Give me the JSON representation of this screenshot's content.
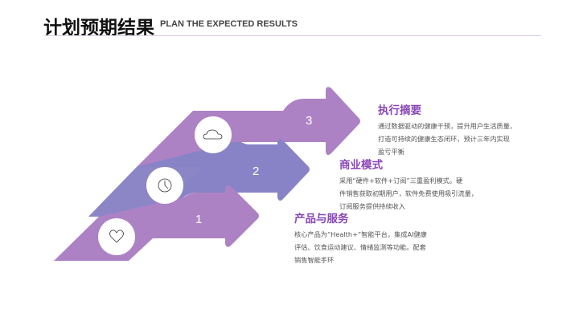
{
  "header": {
    "title": "计划预期结果",
    "subtitle": "PLAN THE EXPECTED RESULTS"
  },
  "colors": {
    "arrow_purple": "#ad82c4",
    "arrow_blue": "#8883c6",
    "heading": "#8a46b8",
    "body_text": "#555555",
    "divider": "#d8cde0"
  },
  "steps": [
    {
      "number": "1",
      "icon": "heart-icon",
      "heading": "产品与服务",
      "lines": [
        "核心产品为“Health+”智能平台，集成AI健康",
        "评估、饮食运动建议、情绪监测等功能。配套",
        "销售智能手环"
      ]
    },
    {
      "number": "2",
      "icon": "clock-icon",
      "heading": "商业模式",
      "lines": [
        "采用“硬件+软件+订阅”三重盈利模式。硬",
        "件销售获取初期用户，软件免费使用吸引流量，",
        "订阅服务提供持续收入"
      ]
    },
    {
      "number": "3",
      "icon": "cloud-icon",
      "heading": "执行摘要",
      "lines": [
        "通过数据驱动的健康干预，提升用户生活质量，",
        "打造可持续的健康生态闭环，预计三年内实现",
        "盈亏平衡"
      ]
    }
  ]
}
